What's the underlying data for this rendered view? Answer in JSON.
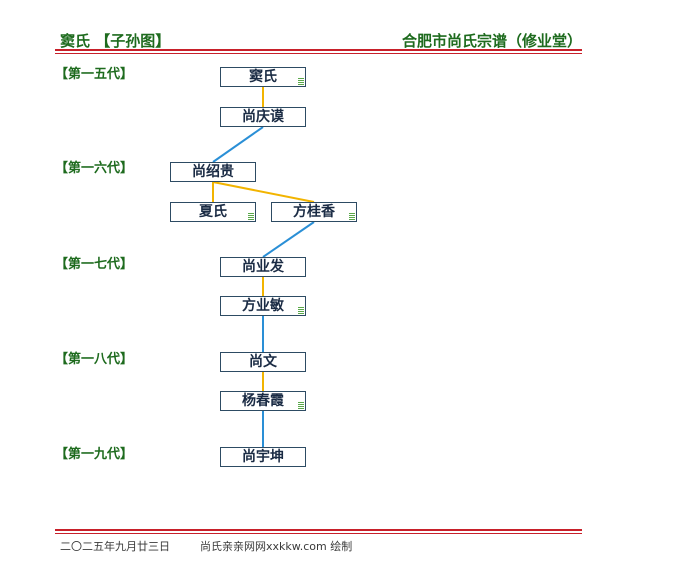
{
  "header": {
    "left": "窦氏 【子孙图】",
    "right": "合肥市尚氏宗谱（修业堂）"
  },
  "generations": [
    "【第一五代】",
    "【第一六代】",
    "【第一七代】",
    "【第一八代】",
    "【第一九代】"
  ],
  "people": [
    {
      "name": "窦氏",
      "has_mark": true
    },
    {
      "name": "尚庆谟",
      "has_mark": false
    },
    {
      "name": "尚绍贵",
      "has_mark": false
    },
    {
      "name": "夏氏",
      "has_mark": true
    },
    {
      "name": "方桂香",
      "has_mark": true
    },
    {
      "name": "尚业发",
      "has_mark": false
    },
    {
      "name": "方业敏",
      "has_mark": true
    },
    {
      "name": "尚文",
      "has_mark": false
    },
    {
      "name": "杨春霞",
      "has_mark": true
    },
    {
      "name": "尚宇坤",
      "has_mark": false
    }
  ],
  "links": [
    {
      "from": 0,
      "to": 1,
      "type": "spouse"
    },
    {
      "from": 1,
      "to": 2,
      "type": "descent"
    },
    {
      "from": 2,
      "to": 3,
      "type": "spouse"
    },
    {
      "from": 2,
      "to": 4,
      "type": "spouse"
    },
    {
      "from": 4,
      "to": 5,
      "type": "descent"
    },
    {
      "from": 5,
      "to": 6,
      "type": "spouse"
    },
    {
      "from": 6,
      "to": 7,
      "type": "descent"
    },
    {
      "from": 7,
      "to": 8,
      "type": "spouse"
    },
    {
      "from": 8,
      "to": 9,
      "type": "descent"
    }
  ],
  "colors": {
    "spouse": "#f2b400",
    "descent": "#2a8fd6",
    "accent": "#1e6b1e",
    "rule": "#c8202a"
  },
  "footer": {
    "date": "二〇二五年九月廿三日",
    "site": "尚氏亲亲网网xxkkw.com 绘制"
  }
}
